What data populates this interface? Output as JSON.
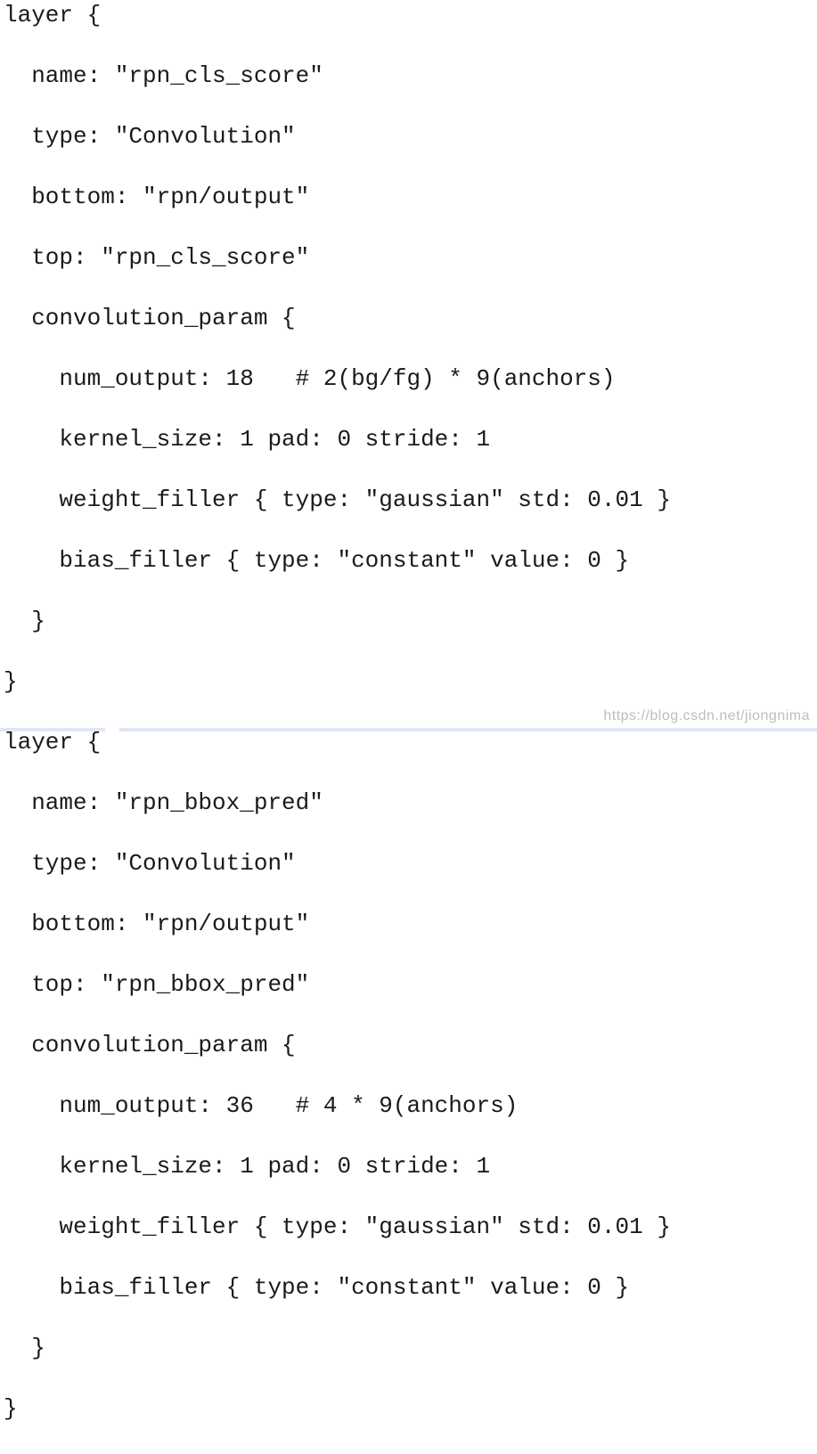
{
  "code_lines": [
    "layer {",
    "  name: \"rpn_cls_score\"",
    "  type: \"Convolution\"",
    "  bottom: \"rpn/output\"",
    "  top: \"rpn_cls_score\"",
    "  convolution_param {",
    "    num_output: 18   # 2(bg/fg) * 9(anchors)",
    "    kernel_size: 1 pad: 0 stride: 1",
    "    weight_filler { type: \"gaussian\" std: 0.01 }",
    "    bias_filler { type: \"constant\" value: 0 }",
    "  }",
    "}",
    "layer {",
    "  name: \"rpn_bbox_pred\"",
    "  type: \"Convolution\"",
    "  bottom: \"rpn/output\"",
    "  top: \"rpn_bbox_pred\"",
    "  convolution_param {",
    "    num_output: 36   # 4 * 9(anchors)",
    "    kernel_size: 1 pad: 0 stride: 1",
    "    weight_filler { type: \"gaussian\" std: 0.01 }",
    "    bias_filler { type: \"constant\" value: 0 }",
    "  }",
    "}"
  ],
  "watermark": "https://blog.csdn.net/jiongnima"
}
